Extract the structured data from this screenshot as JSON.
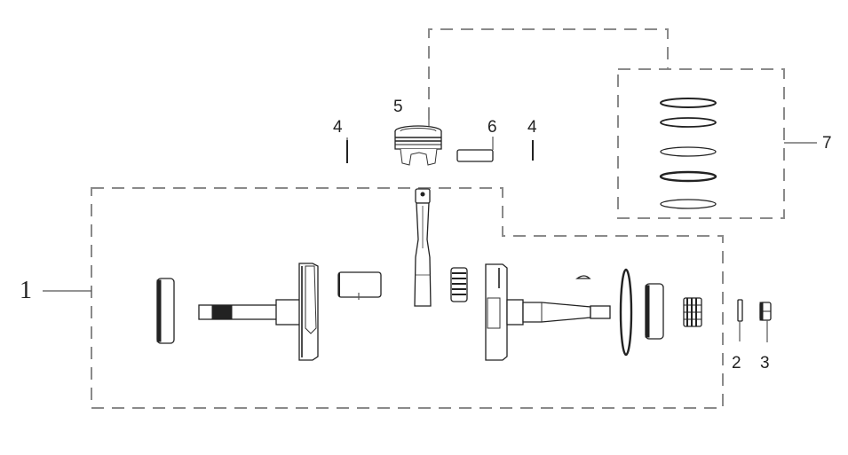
{
  "diagram": {
    "type": "exploded-parts-view",
    "subject": "crankshaft and piston assembly",
    "callouts": [
      {
        "id": "1",
        "label": "1",
        "part": "crankshaft assembly (group)"
      },
      {
        "id": "2",
        "label": "2",
        "part": "washer"
      },
      {
        "id": "3",
        "label": "3",
        "part": "nut"
      },
      {
        "id": "4a",
        "label": "4",
        "part": "piston pin clip (left)"
      },
      {
        "id": "4b",
        "label": "4",
        "part": "piston pin clip (right)"
      },
      {
        "id": "5",
        "label": "5",
        "part": "piston"
      },
      {
        "id": "6",
        "label": "6",
        "part": "piston pin"
      },
      {
        "id": "7",
        "label": "7",
        "part": "piston ring set (group)"
      }
    ],
    "colors": {
      "group_border": "#8a8a8a",
      "part_stroke": "#222222",
      "background": "#ffffff"
    }
  }
}
